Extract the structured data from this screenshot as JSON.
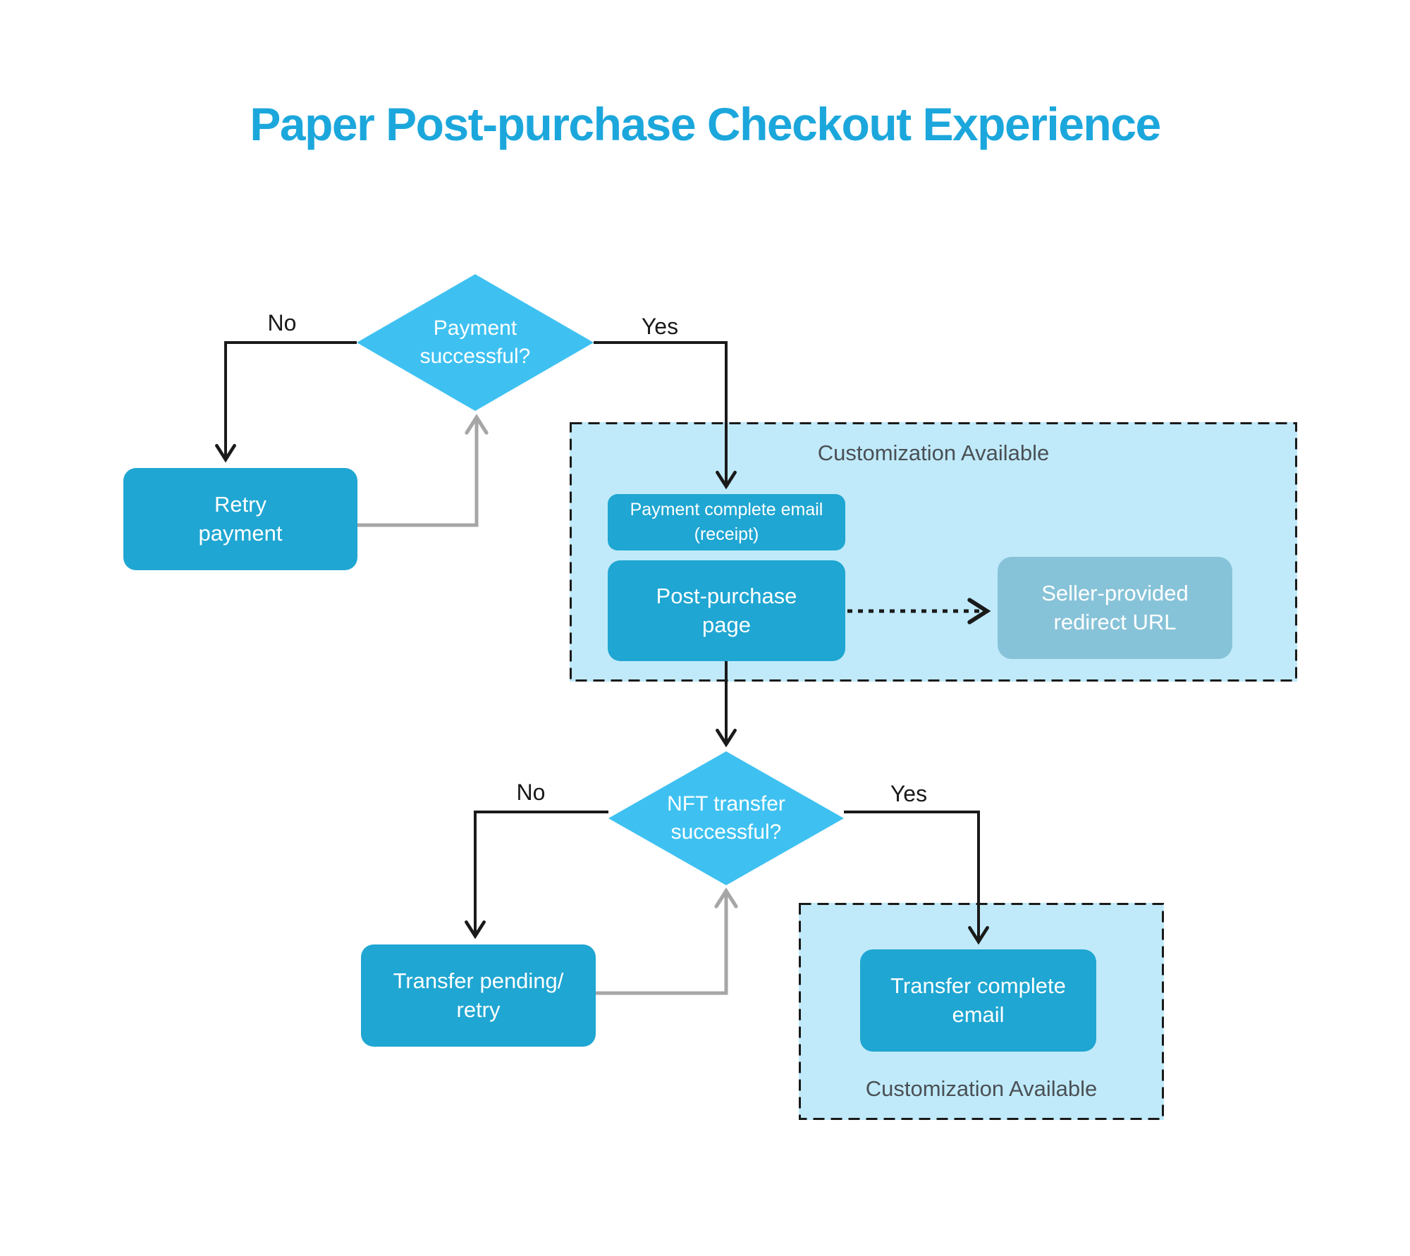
{
  "title": "Paper Post-purchase Checkout Experience",
  "decisions": {
    "payment": {
      "lines": [
        "Payment",
        "successful?"
      ]
    },
    "nft": {
      "lines": [
        "NFT transfer",
        "successful?"
      ]
    }
  },
  "nodes": {
    "retry_payment": {
      "lines": [
        "Retry",
        "payment"
      ]
    },
    "payment_email": {
      "lines": [
        "Payment complete email",
        "(receipt)"
      ]
    },
    "post_purchase": {
      "lines": [
        "Post-purchase",
        "page"
      ]
    },
    "seller_redirect": {
      "lines": [
        "Seller-provided",
        "redirect URL"
      ]
    },
    "transfer_pending": {
      "lines": [
        "Transfer pending/",
        "retry"
      ]
    },
    "transfer_complete": {
      "lines": [
        "Transfer complete",
        "email"
      ]
    }
  },
  "edge_labels": {
    "payment_no": "No",
    "payment_yes": "Yes",
    "nft_no": "No",
    "nft_yes": "Yes"
  },
  "containers": [
    {
      "label": "Customization Available"
    },
    {
      "label": "Customization Available"
    }
  ],
  "colors": {
    "title": "#1CA7DC",
    "diamond": "#3EC1F1",
    "node_box": "#1FA6D2",
    "muted_node_box": "#87C3D8",
    "container_background": "#C0EAFA",
    "container_label_text": "#4A5055",
    "connector_black": "#1A1A1A",
    "connector_gray": "#A6A6A6",
    "node_text": "#FFFFFF"
  }
}
